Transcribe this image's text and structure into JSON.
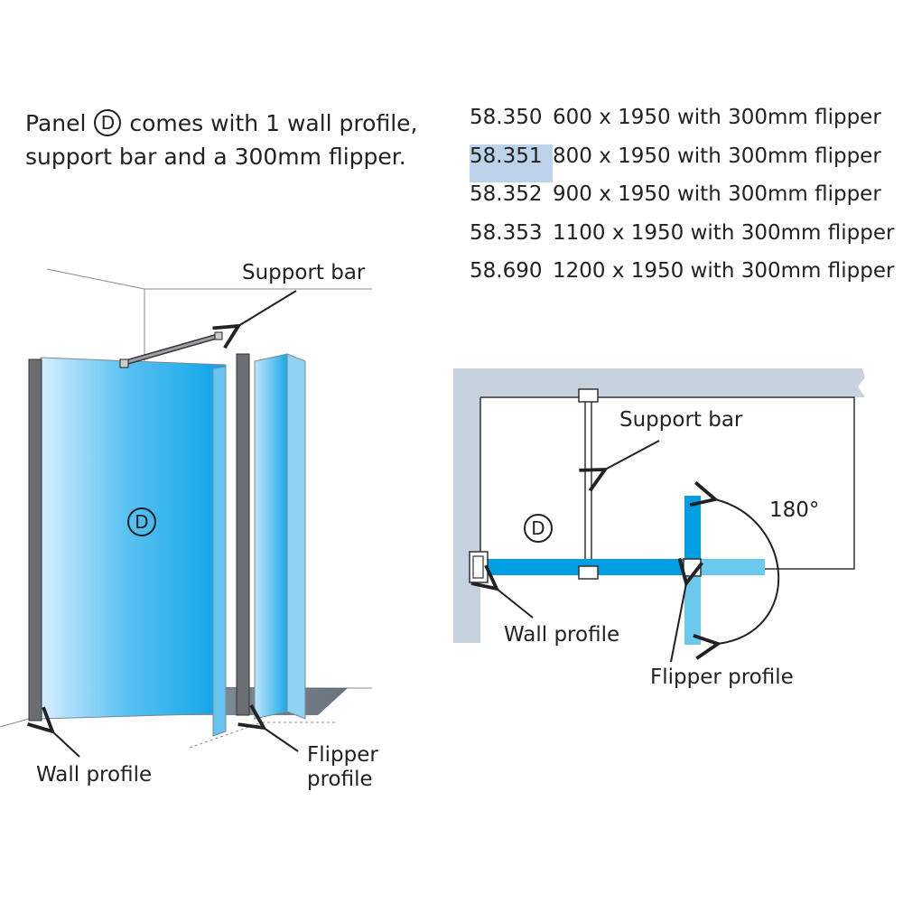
{
  "intro": {
    "line1_pre": "Panel",
    "panel_letter": "D",
    "line1_post": "comes with 1 wall profile,",
    "line2": "support bar and a 300mm flipper."
  },
  "models": [
    {
      "code": "58.350",
      "desc": "600 x 1950 with 300mm flipper",
      "highlighted": false
    },
    {
      "code": "58.351",
      "desc": "800 x 1950 with 300mm flipper",
      "highlighted": true
    },
    {
      "code": "58.352",
      "desc": "900 x 1950 with 300mm flipper",
      "highlighted": false
    },
    {
      "code": "58.353",
      "desc": "1100 x 1950 with 300mm flipper",
      "highlighted": false
    },
    {
      "code": "58.690",
      "desc": "1200 x 1950 with 300mm flipper",
      "highlighted": false
    }
  ],
  "perspective_view": {
    "panel_letter": "D",
    "support_bar_label": "Support bar",
    "wall_profile_label": "Wall profile",
    "flipper_profile_label_line1": "Flipper",
    "flipper_profile_label_line2": "profile"
  },
  "plan_view": {
    "panel_letter": "D",
    "support_bar_label": "Support bar",
    "wall_profile_label": "Wall profile",
    "flipper_profile_label": "Flipper profile",
    "rotation_label": "180°"
  },
  "colors": {
    "glass": "#009fe3",
    "glass_light": "#6dc8ee",
    "wall": "#c6d3df",
    "profile": "#6b6e72"
  }
}
